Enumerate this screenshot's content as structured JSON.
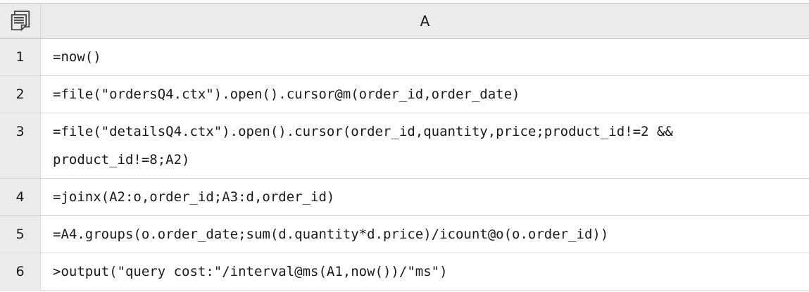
{
  "app": {
    "kind": "spl-script-grid"
  },
  "header": {
    "corner_icon": "copy-pages-icon",
    "column_label": "A"
  },
  "rows": [
    {
      "number": "1",
      "code": "=now()"
    },
    {
      "number": "2",
      "code": "=file(\"ordersQ4.ctx\").open().cursor@m(order_id,order_date)"
    },
    {
      "number": "3",
      "code": "=file(\"detailsQ4.ctx\").open().cursor(order_id,quantity,price;product_id!=2 && product_id!=8;A2)"
    },
    {
      "number": "4",
      "code": "=joinx(A2:o,order_id;A3:d,order_id)"
    },
    {
      "number": "5",
      "code": "=A4.groups(o.order_date;sum(d.quantity*d.price)/icount@o(o.order_id))"
    },
    {
      "number": "6",
      "code": ">output(\"query cost:\"/interval@ms(A1,now())/\"ms\")"
    }
  ],
  "colors": {
    "page_bg": "#fcfcfc",
    "header_bg": "#ebebeb",
    "grid_border": "#c6c6c6",
    "row_divider": "#d9d9d9",
    "cell_bg": "#ffffff",
    "text": "#1a1a1a",
    "icon": "#454545"
  }
}
